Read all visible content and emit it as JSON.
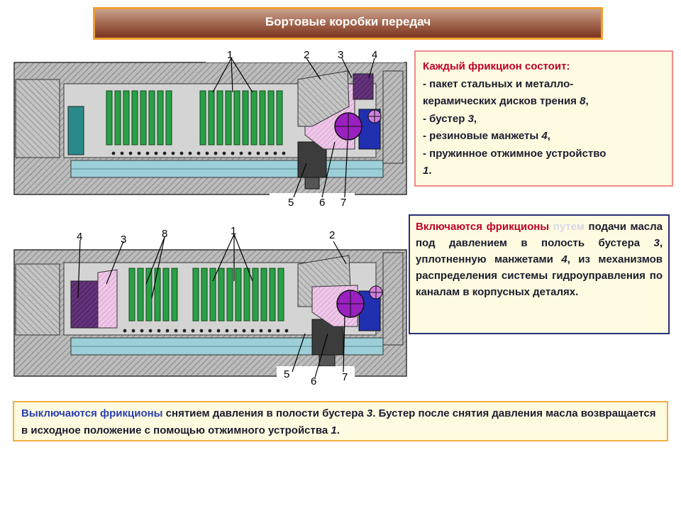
{
  "title": "Бортовые коробки передач",
  "composition": {
    "heading": "Каждый фрикцион состоит:",
    "item1_a": "- пакет стальных и металло-",
    "item1_b": "керамических дисков трения ",
    "item1_num": "8",
    "item1_end": ",",
    "item2_a": "- бустер ",
    "item2_num": "3",
    "item2_end": ",",
    "item3_a": "- резиновые манжеты ",
    "item3_num": "4",
    "item3_end": ",",
    "item4_a": "- пружинное отжимное устройство",
    "item4_num": "1",
    "item4_end": "."
  },
  "engage": {
    "red": "Включаются фрикционы",
    "faint": " путем",
    "t1": " подачи масла под давлением в полость бустера ",
    "n1": "3",
    "t2": ", уплотненную манжетами ",
    "n2": "4",
    "t3": ", из механизмов распределения системы гидроуправления по каналам в корпусных деталях."
  },
  "disengage": {
    "blue": "Выключаются фрикционы",
    "t1": " снятием давления в полости бустера ",
    "n1": "3",
    "t2": ". Бустер после снятия давления масла возвращается в исходное положение с помощью отжимного устройства ",
    "n2": "1",
    "t3": "."
  },
  "diagram_top_callouts": [
    "1",
    "2",
    "3",
    "4",
    "5",
    "6",
    "7"
  ],
  "diagram_bottom_callouts": [
    "4",
    "3",
    "8",
    "1",
    "2",
    "5",
    "6",
    "7"
  ],
  "colors": {
    "disc_green": "#2aa046",
    "shaft_blue": "#9ccfd8",
    "booster_pink": "#f0c6ea",
    "seal_purple": "#5a2a70",
    "ball_purple": "#9a20c0",
    "housing_gray": "#b4b4b4",
    "seal_blue": "#2030b0"
  }
}
